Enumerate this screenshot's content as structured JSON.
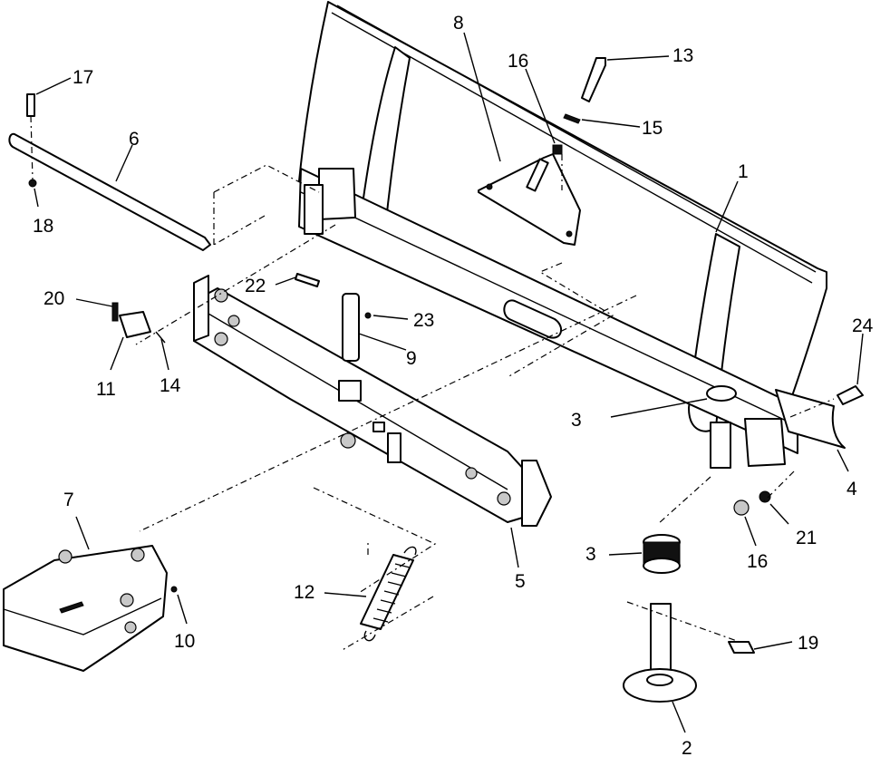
{
  "diagram": {
    "callouts": [
      "1",
      "2",
      "3",
      "3",
      "4",
      "5",
      "6",
      "7",
      "8",
      "9",
      "10",
      "11",
      "12",
      "13",
      "14",
      "15",
      "16",
      "16",
      "17",
      "18",
      "19",
      "20",
      "21",
      "22",
      "23",
      "24"
    ]
  }
}
